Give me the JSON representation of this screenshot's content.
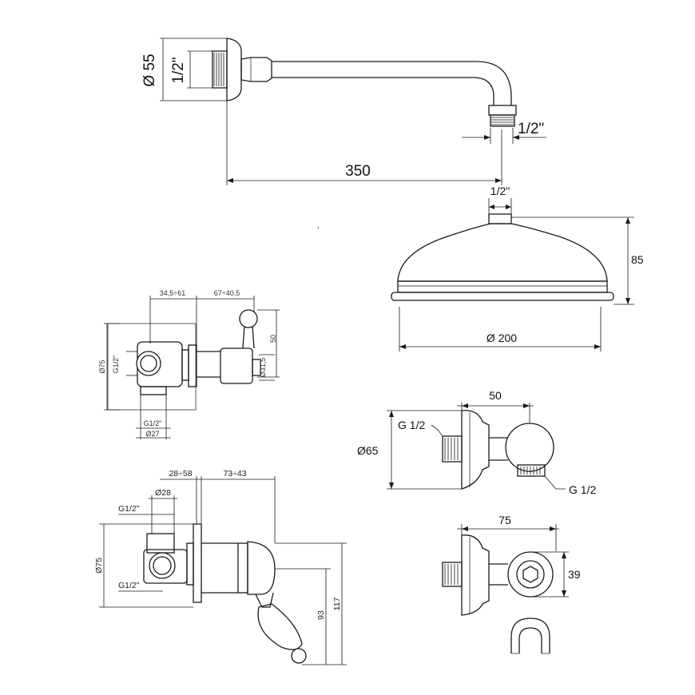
{
  "shower_arm": {
    "flange_diameter": "Ø 55",
    "wall_thread": "1/2\"",
    "outlet_thread": "1/2\"",
    "length": "350"
  },
  "shower_head": {
    "inlet_thread": "1/2\"",
    "height": "85",
    "diameter": "Ø 200"
  },
  "wall_connector": {
    "depth": "50",
    "inlet_thread": "G 1/2",
    "outlet_thread": "G 1/2",
    "flange_diameter": "Ø65"
  },
  "connector_holder": {
    "width": "75",
    "height": "39"
  },
  "valve_top": {
    "depth_adjust": "34,5÷61",
    "handle_reach": "67÷40,5",
    "height": "50",
    "flange": "Ø75",
    "thread_side": "G1/2\"",
    "stem_diameter": "Ø31,5",
    "outlet_thread": "G1/2\"",
    "outlet_diameter": "Ø27"
  },
  "valve_bottom": {
    "depth_adjust": "28÷58",
    "lever_reach": "73÷43",
    "body_diameter": "Ø28",
    "thread_top": "G1/2\"",
    "thread_bottom": "G1/2\"",
    "flange": "Ø75",
    "lever_drop": "93",
    "total_drop": "117"
  }
}
